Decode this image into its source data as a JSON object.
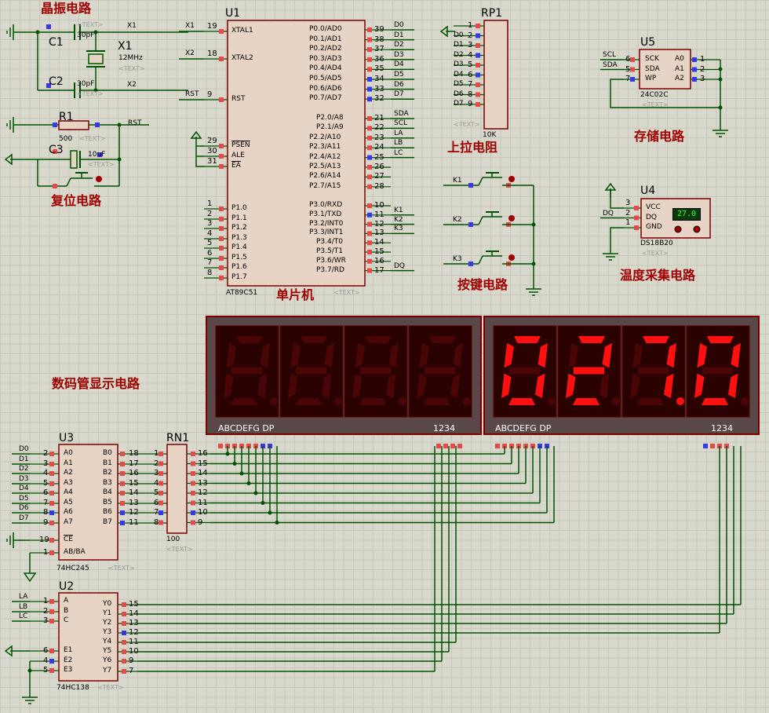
{
  "labels": {
    "crystal": "晶振电路",
    "reset": "复位电路",
    "mcu": "单片机",
    "pullup": "上拉电阻",
    "storage": "存储电路",
    "keys": "按键电路",
    "temp": "温度采集电路",
    "display": "数码管显示电路"
  },
  "text_placeholder": "<TEXT>",
  "components": {
    "c1": {
      "ref": "C1",
      "value": "30pF"
    },
    "c2": {
      "ref": "C2",
      "value": "30pF"
    },
    "x1": {
      "ref": "X1",
      "value": "12MHz"
    },
    "r1": {
      "ref": "R1",
      "value": "500"
    },
    "c3": {
      "ref": "C3",
      "value": "10uF"
    },
    "u1": {
      "ref": "U1",
      "part": "AT89C51"
    },
    "rp1": {
      "ref": "RP1",
      "value": "10K"
    },
    "u5": {
      "ref": "U5",
      "part": "24C02C"
    },
    "u4": {
      "ref": "U4",
      "part": "DS18B20",
      "reading": "27.0"
    },
    "u3": {
      "ref": "U3",
      "part": "74HC245"
    },
    "rn1": {
      "ref": "RN1",
      "value": "100"
    },
    "u2": {
      "ref": "U2",
      "part": "74HC138"
    }
  },
  "u1_left": [
    {
      "pin": "19",
      "name": "XTAL1",
      "net": "X1"
    },
    {
      "pin": "18",
      "name": "XTAL2",
      "net": "X2"
    },
    {
      "pin": "9",
      "name": "RST",
      "net": "RST"
    },
    {
      "pin": "29",
      "name": "PSEN",
      "net": ""
    },
    {
      "pin": "30",
      "name": "ALE",
      "net": ""
    },
    {
      "pin": "31",
      "name": "EA",
      "net": ""
    },
    {
      "pin": "1",
      "name": "P1.0",
      "net": ""
    },
    {
      "pin": "2",
      "name": "P1.1",
      "net": ""
    },
    {
      "pin": "3",
      "name": "P1.2",
      "net": ""
    },
    {
      "pin": "4",
      "name": "P1.3",
      "net": ""
    },
    {
      "pin": "5",
      "name": "P1.4",
      "net": ""
    },
    {
      "pin": "6",
      "name": "P1.5",
      "net": ""
    },
    {
      "pin": "7",
      "name": "P1.6",
      "net": ""
    },
    {
      "pin": "8",
      "name": "P1.7",
      "net": ""
    }
  ],
  "u1_right": [
    {
      "pin": "39",
      "name": "P0.0/AD0",
      "net": "D0"
    },
    {
      "pin": "38",
      "name": "P0.1/AD1",
      "net": "D1"
    },
    {
      "pin": "37",
      "name": "P0.2/AD2",
      "net": "D2"
    },
    {
      "pin": "36",
      "name": "P0.3/AD3",
      "net": "D3"
    },
    {
      "pin": "35",
      "name": "P0.4/AD4",
      "net": "D4"
    },
    {
      "pin": "34",
      "name": "P0.5/AD5",
      "net": "D5"
    },
    {
      "pin": "33",
      "name": "P0.6/AD6",
      "net": "D6"
    },
    {
      "pin": "32",
      "name": "P0.7/AD7",
      "net": "D7"
    },
    {
      "pin": "21",
      "name": "P2.0/A8",
      "net": "SDA"
    },
    {
      "pin": "22",
      "name": "P2.1/A9",
      "net": "SCL"
    },
    {
      "pin": "23",
      "name": "P2.2/A10",
      "net": "LA"
    },
    {
      "pin": "24",
      "name": "P2.3/A11",
      "net": "LB"
    },
    {
      "pin": "25",
      "name": "P2.4/A12",
      "net": "LC"
    },
    {
      "pin": "26",
      "name": "P2.5/A13",
      "net": ""
    },
    {
      "pin": "27",
      "name": "P2.6/A14",
      "net": ""
    },
    {
      "pin": "28",
      "name": "P2.7/A15",
      "net": ""
    },
    {
      "pin": "10",
      "name": "P3.0/RXD",
      "net": ""
    },
    {
      "pin": "11",
      "name": "P3.1/TXD",
      "net": "K1"
    },
    {
      "pin": "12",
      "name": "P3.2/INT0",
      "net": "K2"
    },
    {
      "pin": "13",
      "name": "P3.3/INT1",
      "net": "K3"
    },
    {
      "pin": "14",
      "name": "P3.4/T0",
      "net": ""
    },
    {
      "pin": "15",
      "name": "P3.5/T1",
      "net": ""
    },
    {
      "pin": "16",
      "name": "P3.6/WR",
      "net": ""
    },
    {
      "pin": "17",
      "name": "P3.7/RD",
      "net": "DQ"
    }
  ],
  "rp1_pins": [
    {
      "pin": "1",
      "net": ""
    },
    {
      "pin": "2",
      "net": "D0"
    },
    {
      "pin": "3",
      "net": "D1"
    },
    {
      "pin": "4",
      "net": "D2"
    },
    {
      "pin": "5",
      "net": "D3"
    },
    {
      "pin": "6",
      "net": "D4"
    },
    {
      "pin": "7",
      "net": "D5"
    },
    {
      "pin": "8",
      "net": "D6"
    },
    {
      "pin": "9",
      "net": "D7"
    }
  ],
  "u5_left": [
    {
      "pin": "6",
      "name": "SCK",
      "net": "SCL"
    },
    {
      "pin": "5",
      "name": "SDA",
      "net": "SDA"
    },
    {
      "pin": "7",
      "name": "WP",
      "net": ""
    }
  ],
  "u5_right": [
    {
      "pin": "1",
      "name": "A0"
    },
    {
      "pin": "2",
      "name": "A1"
    },
    {
      "pin": "3",
      "name": "A2"
    }
  ],
  "u4_pins": [
    {
      "pin": "3",
      "name": "VCC",
      "net": ""
    },
    {
      "pin": "2",
      "name": "DQ",
      "net": "DQ"
    },
    {
      "pin": "1",
      "name": "GND",
      "net": ""
    }
  ],
  "keys": [
    {
      "net": "K1"
    },
    {
      "net": "K2"
    },
    {
      "net": "K3"
    }
  ],
  "u3_left": [
    {
      "pin": "2",
      "name": "A0",
      "net": "D0"
    },
    {
      "pin": "3",
      "name": "A1",
      "net": "D1"
    },
    {
      "pin": "4",
      "name": "A2",
      "net": "D2"
    },
    {
      "pin": "5",
      "name": "A3",
      "net": "D3"
    },
    {
      "pin": "6",
      "name": "A4",
      "net": "D4"
    },
    {
      "pin": "7",
      "name": "A5",
      "net": "D5"
    },
    {
      "pin": "8",
      "name": "A6",
      "net": "D6"
    },
    {
      "pin": "9",
      "name": "A7",
      "net": "D7"
    },
    {
      "pin": "19",
      "name": "CE",
      "net": ""
    },
    {
      "pin": "1",
      "name": "AB/BA",
      "net": ""
    }
  ],
  "u3_right": [
    {
      "pin": "18",
      "name": "B0"
    },
    {
      "pin": "17",
      "name": "B1"
    },
    {
      "pin": "16",
      "name": "B2"
    },
    {
      "pin": "15",
      "name": "B3"
    },
    {
      "pin": "14",
      "name": "B4"
    },
    {
      "pin": "13",
      "name": "B5"
    },
    {
      "pin": "12",
      "name": "B6"
    },
    {
      "pin": "11",
      "name": "B7"
    }
  ],
  "rn1_left": [
    "1",
    "2",
    "3",
    "4",
    "5",
    "6",
    "7",
    "8"
  ],
  "rn1_right": [
    "16",
    "15",
    "14",
    "13",
    "12",
    "11",
    "10",
    "9"
  ],
  "u2_left": [
    {
      "pin": "1",
      "name": "A",
      "net": "LA"
    },
    {
      "pin": "2",
      "name": "B",
      "net": "LB"
    },
    {
      "pin": "3",
      "name": "C",
      "net": "LC"
    },
    {
      "pin": "6",
      "name": "E1",
      "net": ""
    },
    {
      "pin": "4",
      "name": "E2",
      "net": ""
    },
    {
      "pin": "5",
      "name": "E3",
      "net": ""
    }
  ],
  "u2_right": [
    {
      "pin": "15",
      "name": "Y0"
    },
    {
      "pin": "14",
      "name": "Y1"
    },
    {
      "pin": "13",
      "name": "Y2"
    },
    {
      "pin": "12",
      "name": "Y3"
    },
    {
      "pin": "11",
      "name": "Y4"
    },
    {
      "pin": "10",
      "name": "Y5"
    },
    {
      "pin": "9",
      "name": "Y6"
    },
    {
      "pin": "7",
      "name": "Y7"
    }
  ],
  "displays": [
    {
      "seg_label": "ABCDEFG DP",
      "dig_label": "1234",
      "digits": [
        "8",
        "8",
        "8",
        "8"
      ],
      "lit": [
        false,
        false,
        false,
        false
      ]
    },
    {
      "seg_label": "ABCDEFG DP",
      "dig_label": "1234",
      "digits": [
        "0",
        "2",
        "7",
        "0"
      ],
      "lit": [
        true,
        true,
        true,
        true
      ],
      "decimal_point_digit": 3
    }
  ],
  "colors": {
    "wire": "#005200",
    "component_fill": "#e8d4c4",
    "component_outline": "#7a0000",
    "pin_red": "#e84848",
    "pin_blue": "#3838e8",
    "segment_on": "#ff1010",
    "segment_off": "#4a0606",
    "display_bezel": "#5a4848",
    "display_face": "#2a0202"
  }
}
